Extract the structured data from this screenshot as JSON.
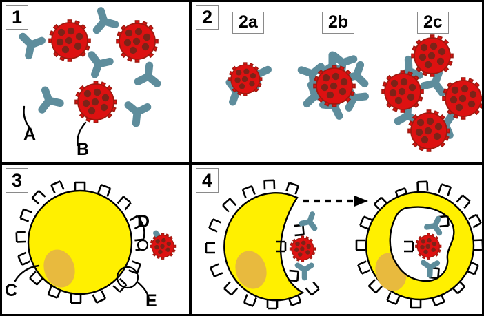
{
  "figure": {
    "title": "Antibody opsonization and phagocytosis of virus particles",
    "colors": {
      "virus_body": "#DD1111",
      "virus_outline": "#9E1A10",
      "virus_spot": "#7B2318",
      "antibody": "#5E8D9C",
      "antibody_outline": "#4A7684",
      "cell_body": "#FFF000",
      "cell_outline": "#000000",
      "nucleus": "#E8BA3E",
      "panel_border": "#000000",
      "label_box_border": "#8A8A8A",
      "background": "#FFFFFF"
    }
  },
  "panels": [
    {
      "number": "1",
      "name": "free-antibodies-and-viruses",
      "labels": [
        {
          "key": "A",
          "text": "A",
          "refers_to": "free antibody"
        },
        {
          "key": "B",
          "text": "B",
          "refers_to": "virus particle"
        }
      ],
      "antibody_count": 6,
      "virus_count": 3
    },
    {
      "number": "2",
      "name": "opsonization-stages",
      "sublabels": [
        {
          "text": "2a",
          "name": "partial-antibody-binding",
          "virus_count": 1,
          "antibody_count": 2
        },
        {
          "text": "2b",
          "name": "fully-coated-virus",
          "virus_count": 1,
          "antibody_count": 7
        },
        {
          "text": "2c",
          "name": "immune-complex-aggregate",
          "virus_count": 4,
          "antibody_count": 4
        }
      ]
    },
    {
      "number": "3",
      "name": "phagocyte-receptor-binding",
      "labels": [
        {
          "key": "C",
          "text": "C",
          "refers_to": "phagocyte cell"
        },
        {
          "key": "D",
          "text": "D",
          "refers_to": "antibody bound to Fc receptor"
        },
        {
          "key": "E",
          "text": "E",
          "refers_to": "Fc receptor"
        }
      ],
      "receptor_count": 18,
      "virus_count": 1
    },
    {
      "number": "4",
      "name": "phagocytosis-engulfment",
      "arrow": {
        "name": "process-arrow",
        "style": "dashed",
        "direction": "right"
      },
      "stages": [
        {
          "name": "engulfment",
          "description": "cell membrane extends around opsonized virus"
        },
        {
          "name": "internalization",
          "description": "virus enclosed within phagosome"
        }
      ]
    }
  ]
}
